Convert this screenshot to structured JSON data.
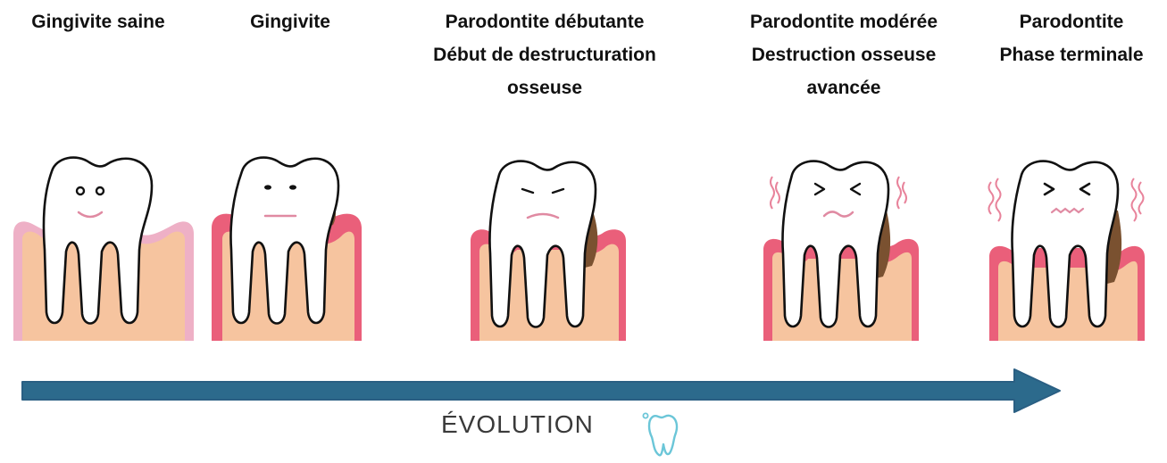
{
  "stages": [
    {
      "title": "Gingivite saine",
      "subtitle": []
    },
    {
      "title": "Gingivite",
      "subtitle": []
    },
    {
      "title": "Parodontite débutante",
      "subtitle": [
        "Début de destructuration",
        "osseuse"
      ]
    },
    {
      "title": "Parodontite modérée",
      "subtitle": [
        "Destruction osseuse",
        "avancée"
      ]
    },
    {
      "title": "Parodontite",
      "subtitle": [
        "Phase terminale"
      ]
    }
  ],
  "caption": "ÉVOLUTION",
  "icons": {
    "logo": "tooth-outline-icon",
    "arrow": "right-arrow-icon"
  },
  "colors": {
    "arrow": "#2c6a8c",
    "arrow_outline": "#2a5f83",
    "healthy_gum": "#eeb0c6",
    "inflamed_gum": "#ea5f7a",
    "bone": "#f6c49f",
    "tartar": "#7a5130",
    "logo": "#6bc6d8"
  }
}
